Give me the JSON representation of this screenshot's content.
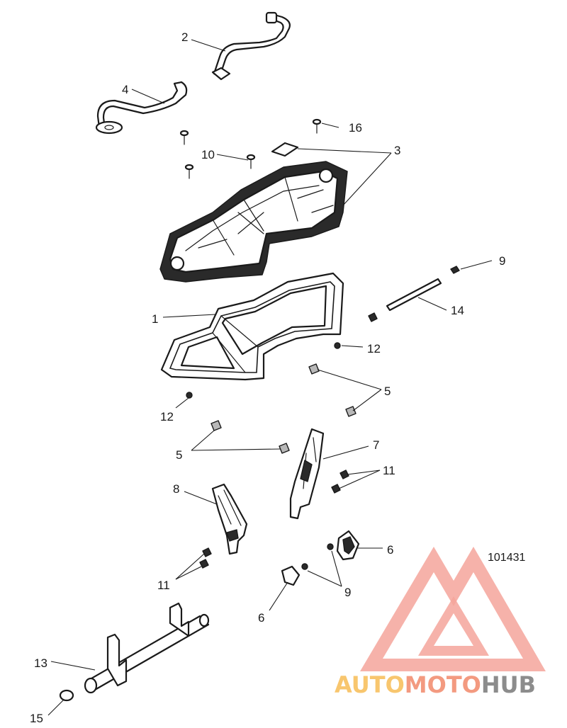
{
  "diagram_id": "101431",
  "callouts": {
    "c1": "1",
    "c2": "2",
    "c3": "3",
    "c4": "4",
    "c5a": "5",
    "c5b": "5",
    "c6a": "6",
    "c6b": "6",
    "c7": "7",
    "c8": "8",
    "c9a": "9",
    "c9b": "9",
    "c10": "10",
    "c11a": "11",
    "c11b": "11",
    "c12a": "12",
    "c12b": "12",
    "c13": "13",
    "c14": "14",
    "c15": "15",
    "c16": "16"
  },
  "watermark": {
    "auto": "AUTO",
    "moto": "MOTO",
    "hub": "HUB",
    "colors": {
      "triangle": "#f28a80",
      "auto": "#f8c66e",
      "moto": "#f39a80",
      "hub": "#8c8c8c"
    }
  }
}
